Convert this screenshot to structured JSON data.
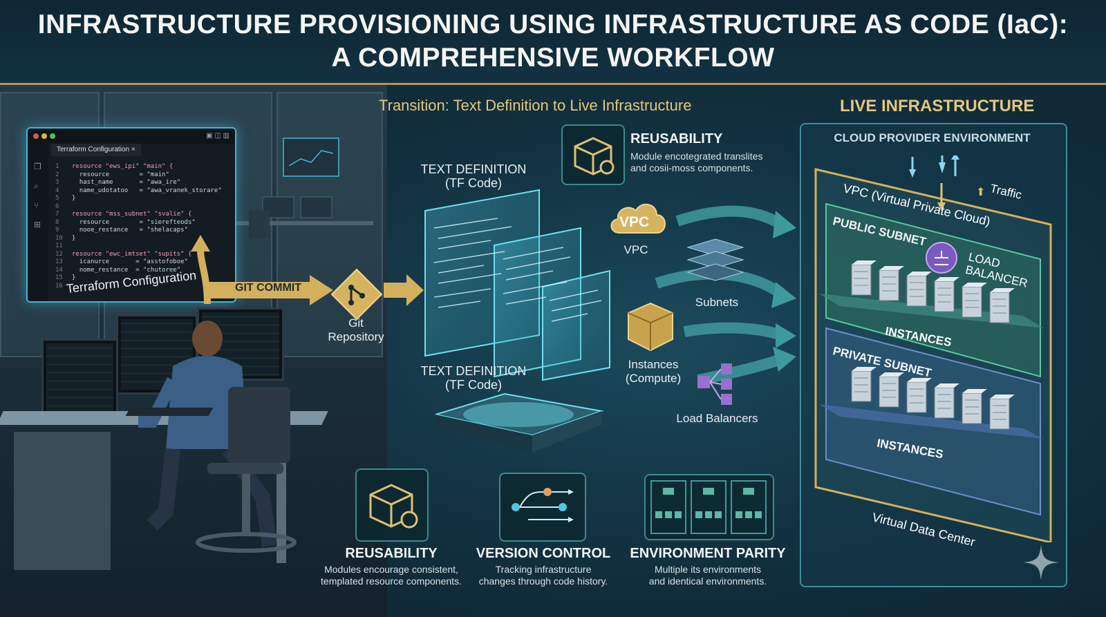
{
  "header": {
    "title_line1": "INFRASTRUCTURE PROVISIONING USING INFRASTRUCTURE AS CODE (IaC):",
    "title_line2": "A COMPREHENSIVE WORKFLOW"
  },
  "left": {
    "code_window": {
      "tab_label": "Terraform Configuration ×",
      "lines": [
        {
          "n": "1",
          "text": "resource \"ews_ipi\" \"main\" {"
        },
        {
          "n": "2",
          "text": "  resource        = \"main\""
        },
        {
          "n": "3",
          "text": "  hast_name       = \"awa_ire\""
        },
        {
          "n": "4",
          "text": "  name_udotatoo   = \"awa_vranek_storare\""
        },
        {
          "n": "5",
          "text": "}"
        },
        {
          "n": "6",
          "text": ""
        },
        {
          "n": "7",
          "text": "resource \"mss_subnet\" \"svalie\" {"
        },
        {
          "n": "8",
          "text": "  resource        = \"sierefteods\""
        },
        {
          "n": "9",
          "text": "  nooe_restance   = \"shelacaps\""
        },
        {
          "n": "10",
          "text": "}"
        },
        {
          "n": "11",
          "text": ""
        },
        {
          "n": "12",
          "text": "resource \"ewc_imtset\" \"supits\" {"
        },
        {
          "n": "13",
          "text": "  icanurce       = \"asstofoboe\""
        },
        {
          "n": "14",
          "text": "  nome_restance  = \"chutoree\""
        },
        {
          "n": "15",
          "text": "}"
        },
        {
          "n": "16",
          "text": ""
        }
      ]
    },
    "caption": "Terraform Configuration",
    "git_commit": "GIT COMMIT",
    "git_repo": "Git\nRepository"
  },
  "middle": {
    "transition_title": "Transition: Text Definition to Live Infrastructure",
    "text_def_top": "TEXT DEFINITION\n(TF Code)",
    "text_def_bottom": "TEXT DEFINITION\n(TF Code)",
    "reusability_top_title": "REUSABILITY",
    "reusability_top_desc": "Module encotegrated translites\nand cosii-moss components.",
    "vpc_badge": "VPC",
    "vpc_label": "VPC",
    "subnets_label": "Subnets",
    "instances_label": "Instances\n(Compute)",
    "lb_label": "Load Balancers"
  },
  "bottom": {
    "cards": [
      {
        "title": "REUSABILITY",
        "desc": "Modules encourage consistent,\ntemplated resource components."
      },
      {
        "title": "VERSION CONTROL",
        "desc": "Tracking infrastructure\nchanges through code history."
      },
      {
        "title": "ENVIRONMENT PARITY",
        "desc": "Multiple its environments\nand identical environments."
      }
    ]
  },
  "right": {
    "live_title": "LIVE INFRASTRUCTURE",
    "cloud_env": "CLOUD PROVIDER ENVIRONMENT",
    "traffic": "Traffic",
    "vpc": "VPC (Virtual Private Cloud)",
    "public_subnet": "PUBLIC SUBNET",
    "load_balancer": "LOAD\nBALANCER",
    "instances_public": "INSTANCES",
    "private_subnet": "PRIVATE SUBNET",
    "instances_private": "INSTANCES",
    "vdc": "Virtual Data Center"
  },
  "colors": {
    "accent_gold": "#e6c77a",
    "teal": "#3fb7d6",
    "panel_border": "#3f8c9a"
  }
}
